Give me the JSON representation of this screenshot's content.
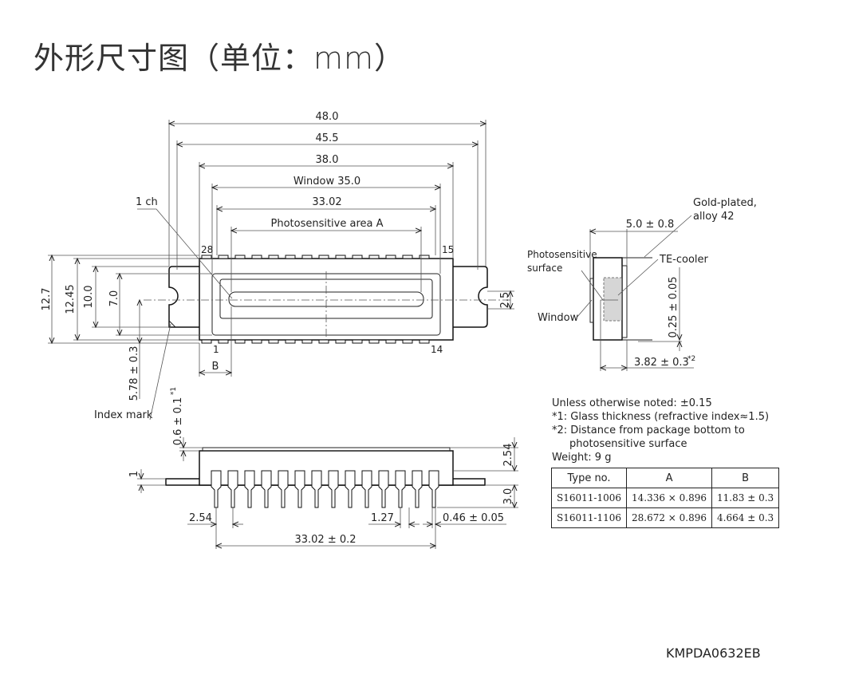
{
  "title": "外形尺寸图（单位：mm）",
  "top_view": {
    "dim_48": "48.0",
    "dim_45_5": "45.5",
    "dim_38": "38.0",
    "dim_window": "Window 35.0",
    "dim_33_02": "33.02",
    "dim_photo_area": "Photosensitive area A",
    "label_1ch": "1 ch",
    "pin_28": "28",
    "pin_15": "15",
    "pin_1": "1",
    "pin_14": "14",
    "dim_B": "B",
    "dim_12_7": "12.7",
    "dim_12_45": "12.45",
    "dim_10": "10.0",
    "dim_7": "7.0",
    "dim_2_5": "2.5",
    "dim_5_78": "5.78 ± 0.3",
    "index_mark": "Index mark"
  },
  "side_view": {
    "dim_5": "5.0 ± 0.8",
    "gold_plated_1": "Gold-plated,",
    "gold_plated_2": "alloy 42",
    "te_cooler": "TE-cooler",
    "photo_surface_1": "Photosensitive",
    "photo_surface_2": "surface",
    "window": "Window",
    "dim_0_25": "0.25 ± 0.05",
    "dim_3_82": "3.82 ± 0.3",
    "dim_3_82_note": "*2"
  },
  "front_view": {
    "dim_0_6": "0.6 ± 0.1",
    "dim_0_6_note": "*1",
    "dim_2_54_v": "2.54",
    "dim_1": "1",
    "dim_3_0": "3.0",
    "dim_2_54": "2.54",
    "dim_1_27": "1.27",
    "dim_0_46": "0.46 ± 0.05",
    "dim_33_02_tol": "33.02 ± 0.2"
  },
  "notes": {
    "line1": "Unless otherwise noted: ±0.15",
    "line2": "*1: Glass thickness (refractive index≈1.5)",
    "line3": "*2: Distance from package bottom to",
    "line4": "photosensitive surface",
    "line5": "Weight: 9 g"
  },
  "table": {
    "headers": [
      "Type no.",
      "A",
      "B"
    ],
    "rows": [
      [
        "S16011-1006",
        "14.336 × 0.896",
        "11.83 ± 0.3"
      ],
      [
        "S16011-1106",
        "28.672 × 0.896",
        "4.664 ± 0.3"
      ]
    ]
  },
  "doc_code": "KMPDA0632EB"
}
